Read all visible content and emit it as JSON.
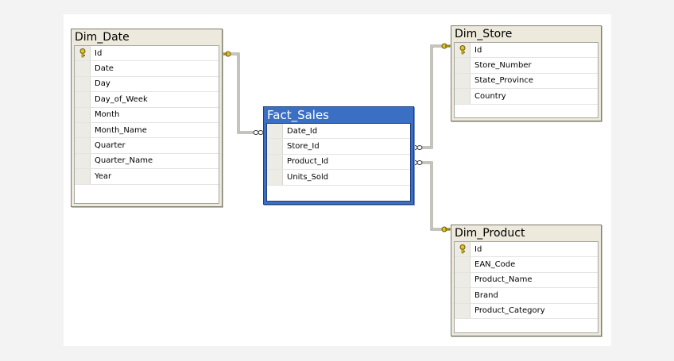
{
  "tables": {
    "dim_date": {
      "title": "Dim_Date",
      "columns": [
        {
          "name": "Id",
          "primary_key": true
        },
        {
          "name": "Date"
        },
        {
          "name": "Day"
        },
        {
          "name": "Day_of_Week"
        },
        {
          "name": "Month"
        },
        {
          "name": "Month_Name"
        },
        {
          "name": "Quarter"
        },
        {
          "name": "Quarter_Name"
        },
        {
          "name": "Year"
        }
      ]
    },
    "fact_sales": {
      "title": "Fact_Sales",
      "columns": [
        {
          "name": "Date_Id"
        },
        {
          "name": "Store_Id"
        },
        {
          "name": "Product_Id"
        },
        {
          "name": "Units_Sold"
        }
      ]
    },
    "dim_store": {
      "title": "Dim_Store",
      "columns": [
        {
          "name": "Id",
          "primary_key": true
        },
        {
          "name": "Store_Number"
        },
        {
          "name": "State_Province"
        },
        {
          "name": "Country"
        }
      ]
    },
    "dim_product": {
      "title": "Dim_Product",
      "columns": [
        {
          "name": "Id",
          "primary_key": true
        },
        {
          "name": "EAN_Code"
        },
        {
          "name": "Product_Name"
        },
        {
          "name": "Brand"
        },
        {
          "name": "Product_Category"
        }
      ]
    }
  },
  "relationships": [
    {
      "from": "Fact_Sales",
      "to": "Dim_Date",
      "type": "many-to-one"
    },
    {
      "from": "Fact_Sales",
      "to": "Dim_Store",
      "type": "many-to-one"
    },
    {
      "from": "Fact_Sales",
      "to": "Dim_Product",
      "type": "many-to-one"
    }
  ],
  "colors": {
    "header_bg": "#ede9dc",
    "fact_header_bg": "#3a6fc4",
    "key_icon": "#e2c22a",
    "connector": "#8a8a7a"
  },
  "icons": {
    "primary_key": "key-icon"
  }
}
